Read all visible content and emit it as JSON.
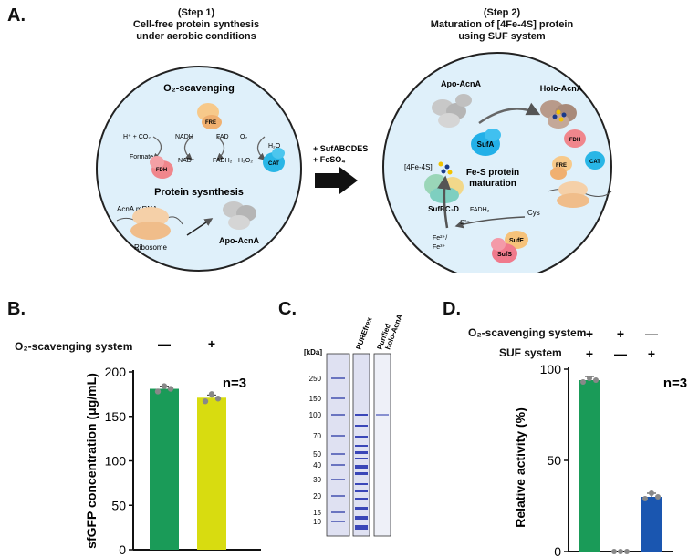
{
  "panelA": {
    "letter": "A.",
    "step1_title": "(Step 1)",
    "step1_sub1": "Cell-free protein synthesis",
    "step1_sub2": "under aerobic conditions",
    "step2_title": "(Step 2)",
    "step2_sub1": "Maturation of [4Fe-4S] protein",
    "step2_sub2": "using SUF system",
    "o2_label": "O₂-scavenging",
    "fre": "FRE",
    "fdh": "FDH",
    "cat": "CAT",
    "nadh": "NADH",
    "nadp": "NAD⁺",
    "fad": "FAD",
    "fadh2": "FADH₂",
    "o2": "O₂",
    "h2o2": "H₂O₂",
    "h2o": "H₂O",
    "hco2": "H⁺ + CO₂",
    "formate": "Formate",
    "protein_syn": "Protein sysnthesis",
    "acna_mrna": "AcnA mRNA",
    "ribosome": "Ribosome",
    "apo_acna": "Apo-AcnA",
    "add1": "+ SufABCDES",
    "add2": "+ FeSO₄",
    "apo_acna2": "Apo-AcnA",
    "holo_acna": "Holo-AcnA",
    "sufa": "SufA",
    "fe4s": "[4Fe-4S]",
    "fes_mat1": "Fe-S protein",
    "fes_mat2": "maturation",
    "sufbc2d": "SufBC₂D",
    "fadh2_b": "FADH₂",
    "cys": "Cys",
    "s2": "S²⁻",
    "fe1": "Fe²⁺/",
    "fe2": "Fe³⁺",
    "sufe": "SufE",
    "sufs": "SufS",
    "fdh2": "FDH",
    "cat2": "CAT",
    "fre2": "FRE"
  },
  "panelB": {
    "letter": "B.",
    "row_label": "O₂-scavenging system",
    "signs": [
      "—",
      "+"
    ],
    "n_label": "n=3",
    "colors": {
      "bar1": "#1a9b58",
      "bar2": "#d8dc10"
    },
    "chart_data": {
      "type": "bar",
      "categories": [
        "—",
        "+"
      ],
      "values": [
        181,
        171
      ],
      "points": [
        [
          178,
          184,
          181
        ],
        [
          167,
          175,
          170
        ]
      ],
      "ylabel": "sfGFP concentration (μg/mL)",
      "ylim": [
        0,
        200
      ],
      "yticks": [
        "0",
        "50",
        "100",
        "150",
        "200"
      ]
    }
  },
  "panelC": {
    "letter": "C.",
    "kda": "[kDa]",
    "markers": [
      "250",
      "150",
      "100",
      "70",
      "50",
      "40",
      "30",
      "20",
      "15",
      "10"
    ],
    "lane1": "PUREfrex",
    "lane2a": "Purified",
    "lane2b": "holo-AcnA"
  },
  "panelD": {
    "letter": "D.",
    "row1_label": "O₂-scavenging system",
    "row2_label": "SUF system",
    "row1_signs": [
      "+",
      "+",
      "—"
    ],
    "row2_signs": [
      "+",
      "—",
      "+"
    ],
    "n_label": "n=3",
    "colors": {
      "bar1": "#1a9b58",
      "bar3": "#1a56b0"
    },
    "chart_data": {
      "type": "bar",
      "categories": [
        "+/+",
        "+/—",
        "—/+"
      ],
      "values": [
        94,
        0,
        30
      ],
      "points": [
        [
          93,
          95,
          94
        ],
        [
          0,
          0,
          0
        ],
        [
          29,
          32,
          30
        ]
      ],
      "ylabel": "Relative activity (%)",
      "ylim": [
        0,
        100
      ],
      "yticks": [
        "0",
        "50",
        "100"
      ]
    }
  }
}
